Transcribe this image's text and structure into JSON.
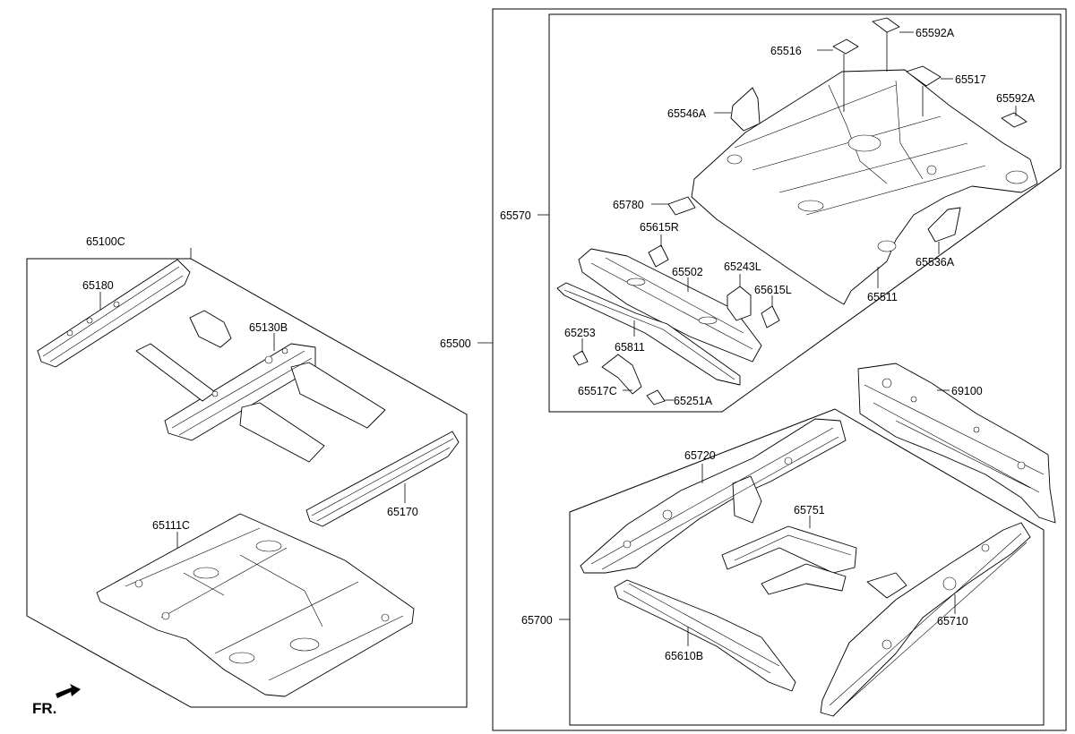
{
  "diagram": {
    "groups": [
      {
        "id": "65100C",
        "label": "65100C"
      },
      {
        "id": "65500",
        "label": "65500"
      },
      {
        "id": "65570",
        "label": "65570"
      },
      {
        "id": "65700",
        "label": "65700"
      }
    ],
    "parts": {
      "p65180": "65180",
      "p65130B": "65130B",
      "p65170": "65170",
      "p65111C": "65111C",
      "p65516": "65516",
      "p65592A_top": "65592A",
      "p65517": "65517",
      "p65546A": "65546A",
      "p65592A_right": "65592A",
      "p65780": "65780",
      "p65615R": "65615R",
      "p65243L": "65243L",
      "p65502": "65502",
      "p65615L": "65615L",
      "p65536A": "65536A",
      "p65511": "65511",
      "p65253": "65253",
      "p65811": "65811",
      "p65517C": "65517C",
      "p65251A": "65251A",
      "p69100": "69100",
      "p65720": "65720",
      "p65751": "65751",
      "p65710": "65710",
      "p65610B": "65610B"
    },
    "direction_indicator": "FR."
  }
}
